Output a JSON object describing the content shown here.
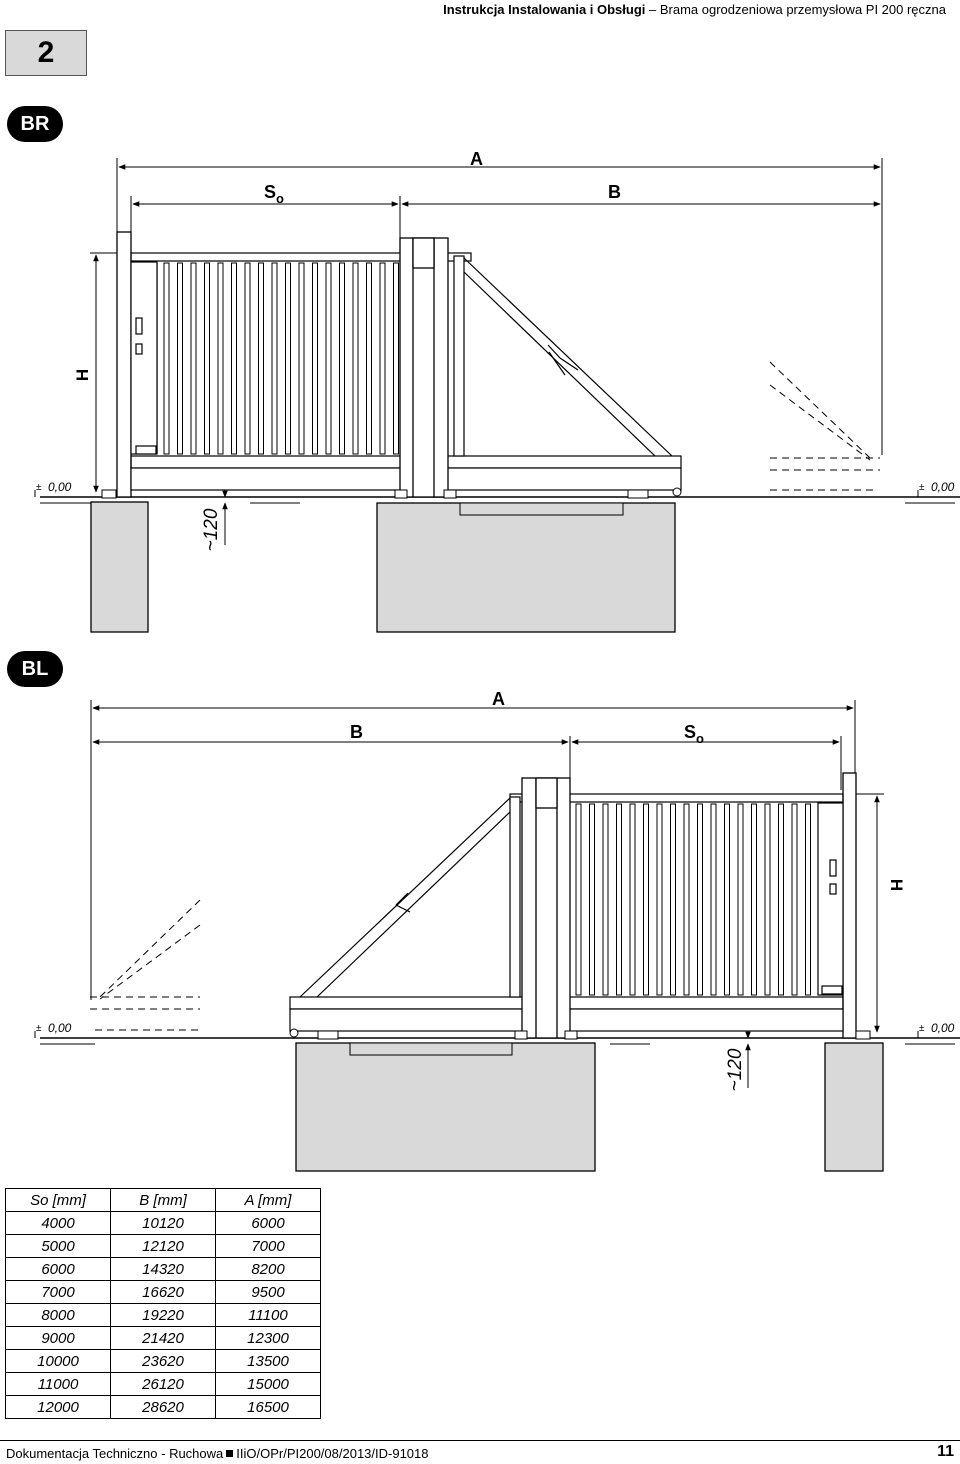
{
  "header": {
    "title_bold": "Instrukcja Instalowania i Obsługi",
    "title_rest": " – Brama ogrodzeniowa przemysłowa PI 200 ręczna"
  },
  "step": "2",
  "br": {
    "badge": "BR",
    "label_a": "A",
    "label_so": "S",
    "label_so_sub": "o",
    "label_b": "B",
    "label_h": "H",
    "level_left": "0,00",
    "level_right": "0,00",
    "dim_120": "~120"
  },
  "bl": {
    "badge": "BL",
    "label_a": "A",
    "label_b": "B",
    "label_so": "S",
    "label_so_sub": "o",
    "label_h": "H",
    "level_left": "0,00",
    "level_right": "0,00",
    "dim_120": "~120"
  },
  "table": {
    "headers": [
      "So [mm]",
      "B [mm]",
      "A [mm]"
    ],
    "rows": [
      [
        "4000",
        "10120",
        "6000"
      ],
      [
        "5000",
        "12120",
        "7000"
      ],
      [
        "6000",
        "14320",
        "8200"
      ],
      [
        "7000",
        "16620",
        "9500"
      ],
      [
        "8000",
        "19220",
        "11100"
      ],
      [
        "9000",
        "21420",
        "12300"
      ],
      [
        "10000",
        "23620",
        "13500"
      ],
      [
        "11000",
        "26120",
        "15000"
      ],
      [
        "12000",
        "28620",
        "16500"
      ]
    ]
  },
  "footer": {
    "doc_a": "Dokumentacja Techniczno - Ruchowa",
    "doc_b": "IIiO/OPr/PI200/08/2013/ID-91018",
    "page": "11"
  }
}
